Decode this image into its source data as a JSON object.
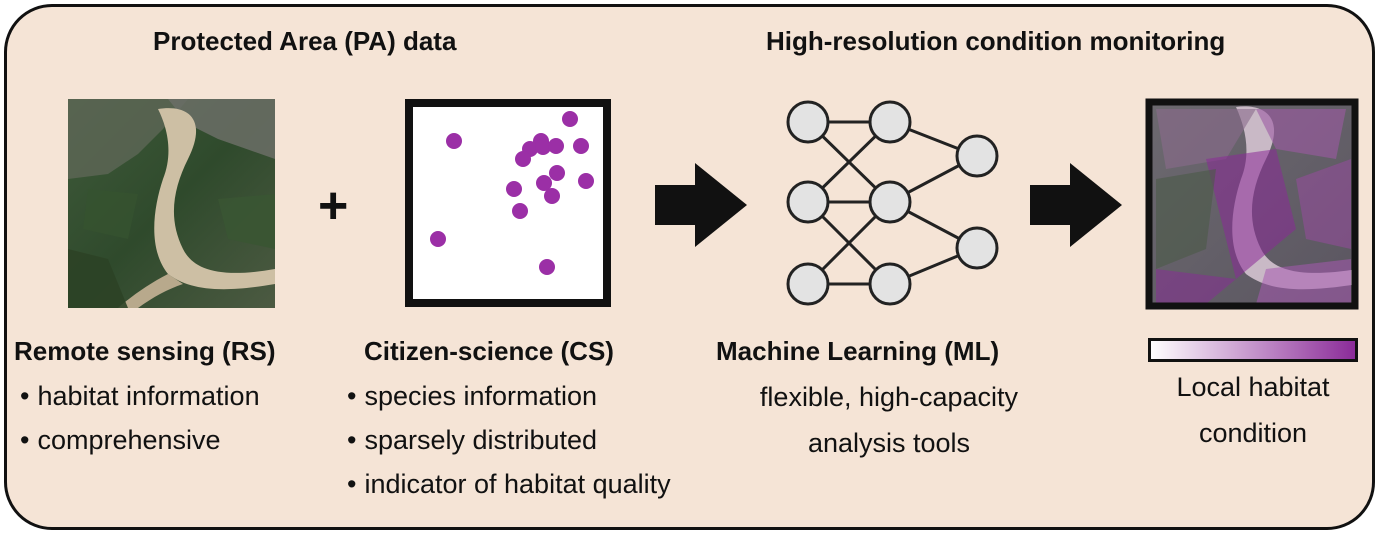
{
  "headings": {
    "left": "Protected Area (PA) data",
    "right": "High-resolution condition monitoring"
  },
  "rs": {
    "title": "Remote sensing (RS)",
    "bullets": [
      "habitat information",
      "comprehensive"
    ]
  },
  "cs": {
    "title": "Citizen-science (CS)",
    "bullets": [
      "species information",
      "sparsely distributed",
      "indicator of habitat quality"
    ]
  },
  "ml": {
    "title": "Machine Learning (ML)",
    "lines": [
      "flexible, high-capacity",
      "analysis tools"
    ]
  },
  "output": {
    "legend_lines": [
      "Local habitat",
      "condition"
    ]
  },
  "symbols": {
    "plus": "+"
  },
  "colors": {
    "panel": "#f5e4d6",
    "border": "#111111",
    "observation": "#9b2fa6",
    "node_fill": "#e3e3e3",
    "condition_high": "#8a2a98",
    "condition_low": "#ffffff"
  },
  "icons": [
    "satellite-image",
    "arrow-right-icon",
    "neural-network-icon",
    "condition-map-image"
  ]
}
